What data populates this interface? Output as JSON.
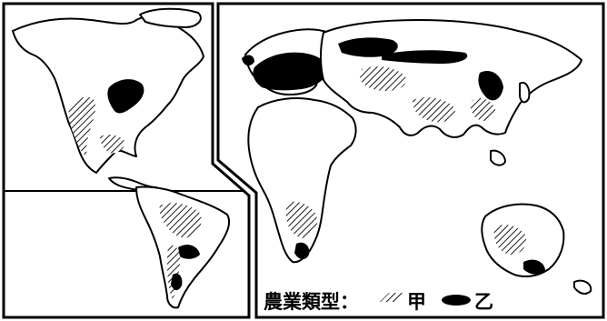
{
  "legend": {
    "title": "農業類型：",
    "items": [
      {
        "symbol": "hatched-area",
        "label": "甲"
      },
      {
        "symbol": "solid-black-area",
        "label": "乙"
      }
    ]
  },
  "colors": {
    "land": "#ffffff",
    "outline": "#000000",
    "type_yi": "#000000"
  }
}
